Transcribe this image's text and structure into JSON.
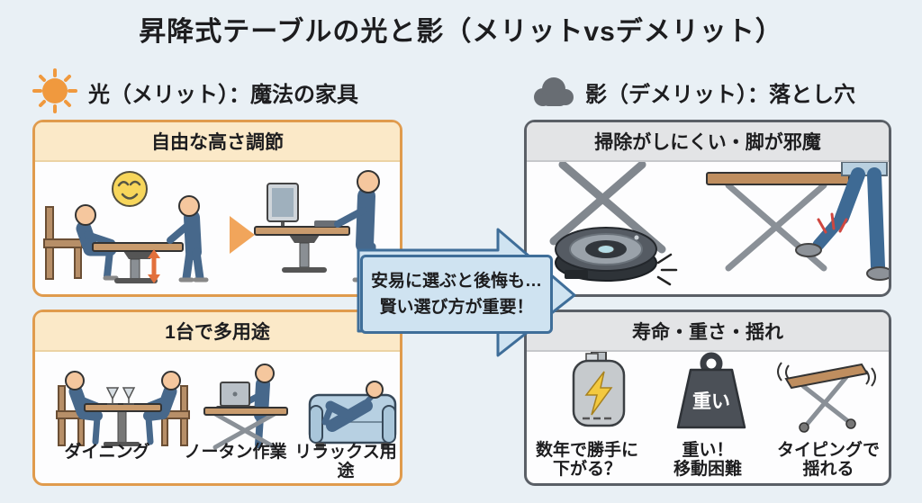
{
  "title": "昇降式テーブルの光と影（メリットvsデメリット）",
  "colors": {
    "background": "#e9f0f5",
    "merit_accent": "#e09b4d",
    "merit_header_bg": "#fbe9c8",
    "demerit_accent": "#5a5f66",
    "demerit_header_bg": "#e3e4e6",
    "arrow_fill": "#cfe3f1",
    "arrow_border": "#3f6e99",
    "sun": "#f0993e",
    "cloud": "#686d73",
    "alert_red": "#cf4740",
    "lightning_yellow": "#f3c93f"
  },
  "left": {
    "icon": "sun-icon",
    "header": "光（メリット）：魔法の家具",
    "box1": {
      "title": "自由な高さ調節"
    },
    "box2": {
      "title": "1台で多用途",
      "captions": [
        "ダイニング",
        "ノータン作業",
        "リラックス用途"
      ]
    }
  },
  "center_arrow": {
    "line1": "安易に選ぶと後悔も…",
    "line2": "賢い選び方が重要！"
  },
  "right": {
    "icon": "cloud-icon",
    "header": "影（デメリット）：落とし穴",
    "box1": {
      "title": "掃除がしにくい・脚が邪魔"
    },
    "box2": {
      "title": "寿命・重さ・揺れ",
      "items": [
        {
          "icon": "gas-cylinder-icon",
          "line1": "数年で勝手に",
          "line2": "下がる？"
        },
        {
          "icon": "weight-icon",
          "label_on_icon": "重い",
          "line1": "重い！",
          "line2": "移動困難"
        },
        {
          "icon": "wobbly-table-icon",
          "line1": "タイピングで",
          "line2": "揺れる"
        }
      ]
    }
  }
}
